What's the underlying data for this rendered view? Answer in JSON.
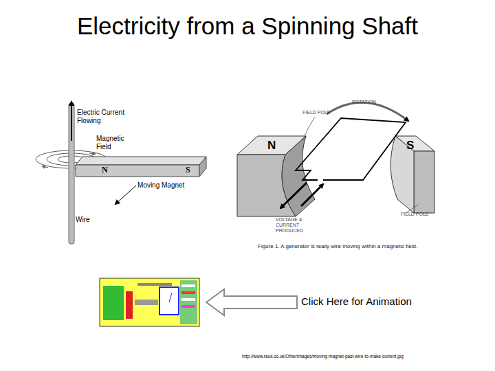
{
  "diagram": {
    "title": "Electricity from a Spinning Shaft",
    "caption": "Figure 1. A generator is really wire moving within a magnetic field.",
    "labels": [
      "Electric Current Flowing",
      "Magnetic Field",
      "N",
      "S",
      "Moving Magnet",
      "Wire",
      "ROTATION",
      "FIELD POLE",
      "N",
      "S",
      "VOLTAGE & CURRENT PRODUCED",
      "FIELD POLE",
      "Click Here for Animation",
      "http://www.reuk.co.uk/OtherImages/moving-magnet-past-wire-to-make-current.jpg"
    ]
  }
}
